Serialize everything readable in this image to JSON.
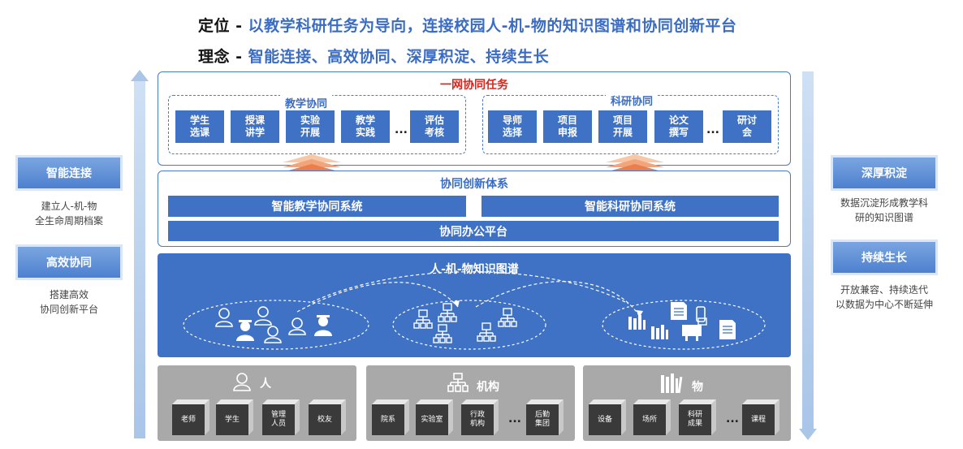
{
  "header": {
    "line1_key": "定位",
    "line1_sep": " - ",
    "line1_value": "以教学科研任务为导向，连接校园人-机-物的知识图谱和协同创新平台",
    "line2_key": "理念",
    "line2_sep": " - ",
    "line2_value": "智能连接、高效协同、深厚积淀、持续生长"
  },
  "left": {
    "tag1": "智能连接",
    "desc1_l1": "建立人-机-物",
    "desc1_l2": "全生命周期档案",
    "tag2": "高效协同",
    "desc2_l1": "搭建高效",
    "desc2_l2": "协同创新平台"
  },
  "right": {
    "tag1": "深厚积淀",
    "desc1_l1": "数据沉淀形成教学科",
    "desc1_l2": "研的知识图谱",
    "tag2": "持续生长",
    "desc2_l1": "开放兼容、持续迭代",
    "desc2_l2": "以数据为中心不断延伸"
  },
  "tasks": {
    "title": "一网协同任务",
    "teaching": {
      "title": "教学协同",
      "items": [
        {
          "l1": "学生",
          "l2": "选课"
        },
        {
          "l1": "授课",
          "l2": "讲学"
        },
        {
          "l1": "实验",
          "l2": "开展"
        },
        {
          "l1": "教学",
          "l2": "实践"
        },
        {
          "l1": "评估",
          "l2": "考核"
        }
      ],
      "dots": "..."
    },
    "research": {
      "title": "科研协同",
      "items": [
        {
          "l1": "导师",
          "l2": "选择"
        },
        {
          "l1": "项目",
          "l2": "申报"
        },
        {
          "l1": "项目",
          "l2": "开展"
        },
        {
          "l1": "论文",
          "l2": "撰写"
        },
        {
          "l1": "研讨",
          "l2": "会"
        }
      ],
      "dots": "..."
    }
  },
  "system": {
    "title": "协同创新体系",
    "bar_left": "智能教学协同系统",
    "bar_right": "智能科研协同系统",
    "bar_bottom": "协同办公平台"
  },
  "knowledge_graph": {
    "title": "人-机-物知识图谱"
  },
  "groups": [
    {
      "title": "人",
      "icon": "person-icon",
      "items": [
        "老师",
        "学生",
        "管理\n人员",
        "校友"
      ],
      "dots": ""
    },
    {
      "title": "机构",
      "icon": "org-chart-icon",
      "items": [
        "院系",
        "实验室",
        "行政\n机构",
        "后勤\n集团"
      ],
      "dots": "..."
    },
    {
      "title": "物",
      "icon": "books-icon",
      "items": [
        "设备",
        "场所",
        "科研\n成果",
        "课程"
      ],
      "dots": "..."
    }
  ],
  "colors": {
    "accent": "#3f72c4",
    "title_red": "#d9251d",
    "gray": "#a9a9a9",
    "cube": "#3a3a3a"
  }
}
